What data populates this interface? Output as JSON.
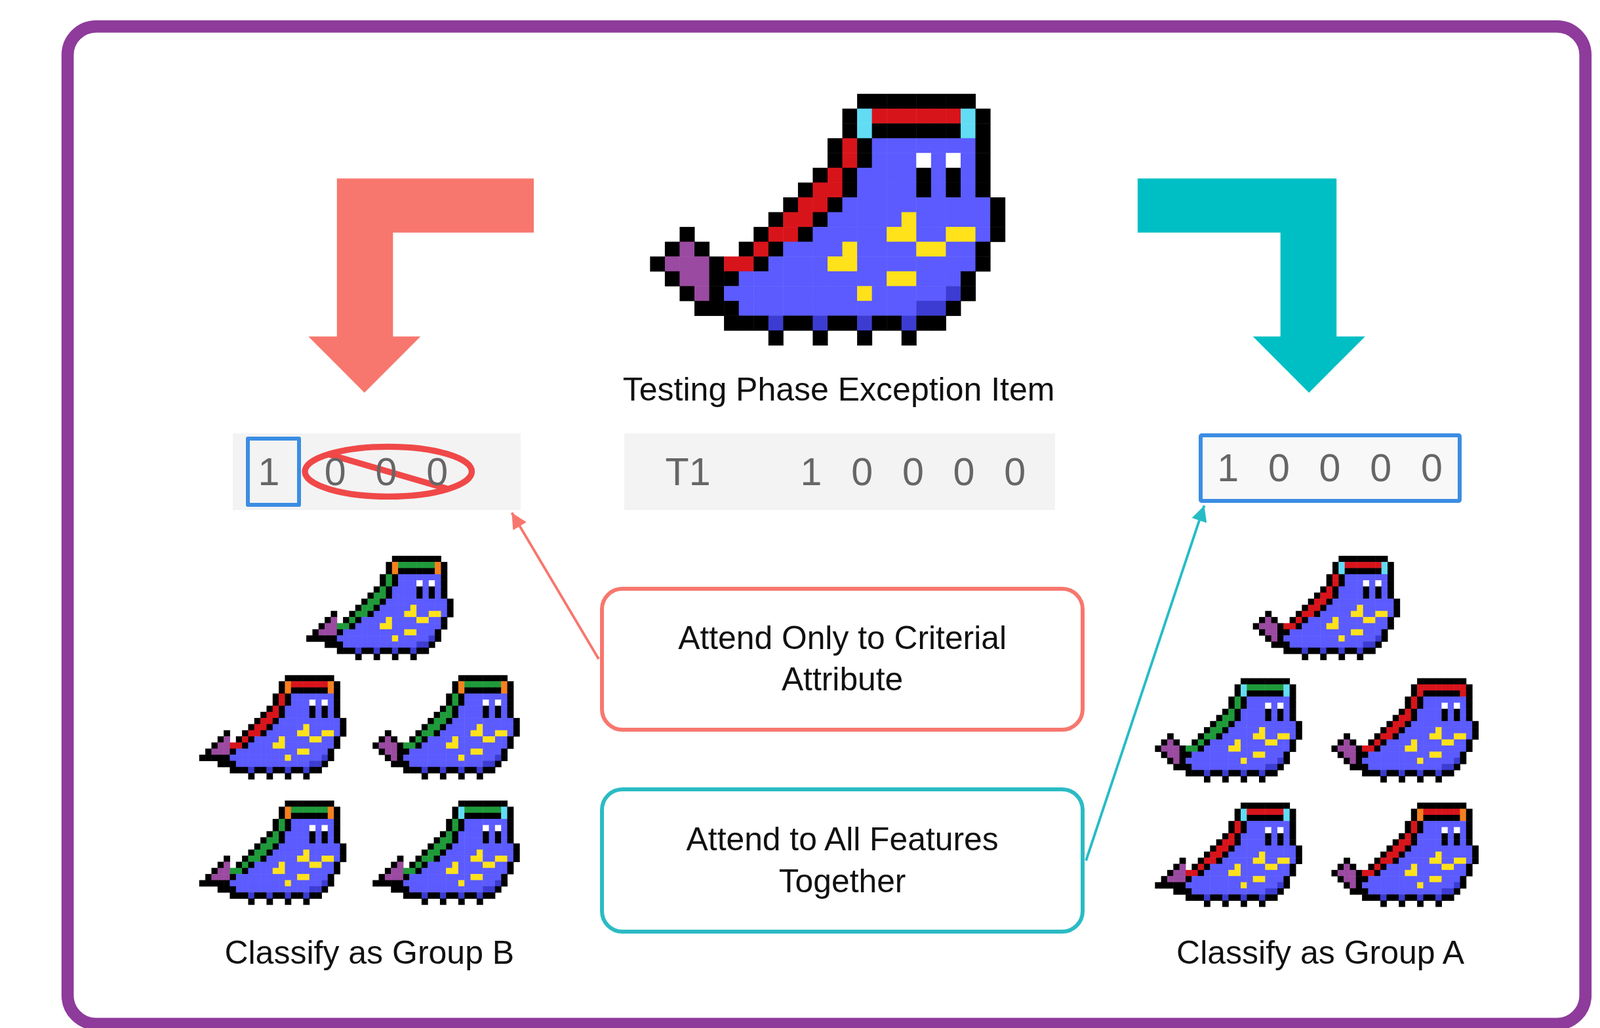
{
  "diagram": {
    "nodes": [
      {
        "text": [
          "0 0 0"
        ]
      },
      {
        "text": [
          "1"
        ],
        "in": 0
      },
      {
        "text": [
          "T1",
          "1 0 0 0 0"
        ]
      },
      {
        "text": [
          "1 0 0 0 0"
        ]
      },
      {
        "text": [
          "Attend Only to Criterial Attribute"
        ]
      },
      {
        "text": [
          "Attend to All Features Together"
        ]
      }
    ],
    "edges": [
      {
        "from": 4,
        "to": 0,
        "arrow": "to"
      },
      {
        "from": 5,
        "to": 3,
        "arrow": "to"
      }
    ],
    "labels": [
      "Testing Phase Exception Item",
      "Classify as Group B",
      "Classify as Group A"
    ]
  }
}
